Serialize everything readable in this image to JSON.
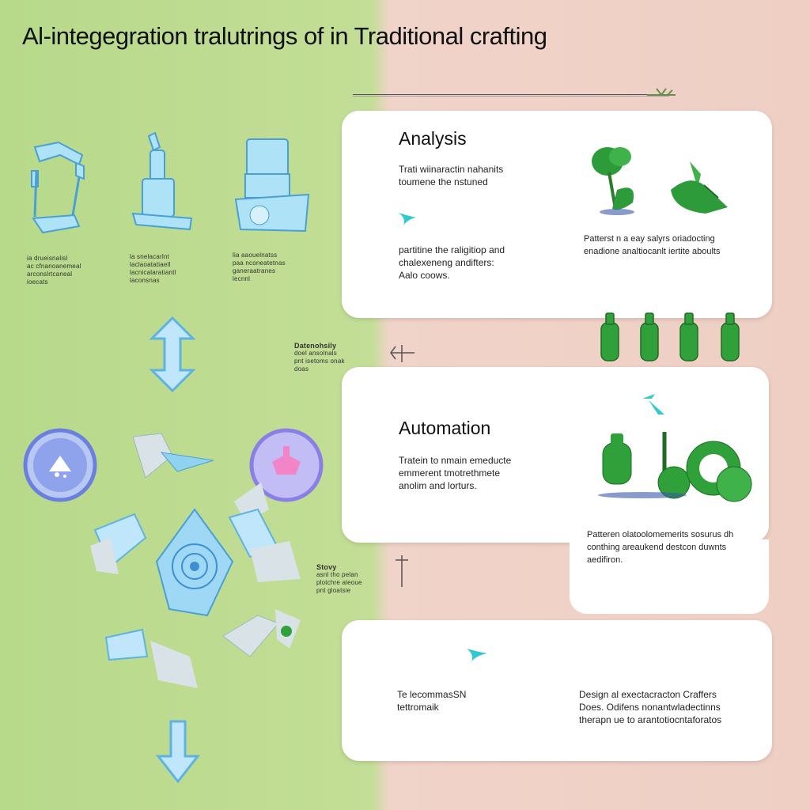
{
  "title": "Al-integegration tralutrings of in Traditional crafting",
  "analysis": {
    "heading": "Analysis",
    "text1": [
      "Trati wiinaractin nahanits",
      "toumene the nstuned"
    ],
    "text2": [
      "partitine the raligitiop and",
      "chalexeneng andifters:",
      "Aalo coows."
    ],
    "text3": [
      "Patterst n a eay salyrs oriadocting",
      "enadione analtiocanlt iertite aboults"
    ]
  },
  "automation": {
    "heading": "Automation",
    "text1": [
      "Tratein to nmain emeducte",
      "emmerent tmotrethmete",
      "anolim and lorturs."
    ],
    "text2": [
      "Patteren olatoolomemerits sosurus dh",
      "conthing areaukend destcon duwnts",
      "aedifiron."
    ]
  },
  "bottom_card": {
    "text1": [
      "Te lecommasSN",
      "tettromaik"
    ],
    "text2": [
      "Design al exectacracton Craffers",
      "Does. Odifens nonantwladectinns",
      "therapn  ue to arantotiocntaforatos"
    ]
  },
  "side_labels": {
    "middle": [
      "Datenohsily",
      "doel ansolnals",
      "pnt isetoms onak",
      "doas"
    ],
    "lower": [
      "Stovy",
      "asnl tho pelan",
      "plotchre aleoue",
      "pnt gloatsie"
    ]
  },
  "left_captions": [
    [
      "ia drueisnalisl",
      "ac cfnanoanemeal",
      "arconslrtcaneal",
      "ioecats"
    ],
    [
      "la snelacarlnt",
      "laclaoatatiaell",
      "lacnicalaratiantl",
      "laconsnas"
    ],
    [
      "lia aaouelnatss",
      "paa nconeatetnas",
      "ganeraatranes",
      "lecnnl"
    ]
  ],
  "colors": {
    "green_bg": "#c3de96",
    "pink_bg": "#efcfc4",
    "card": "#ffffff",
    "accent_cyan": "#2fc9d0",
    "leaf_green": "#2e9b3a",
    "icon_blue": "#8fd3f0"
  }
}
